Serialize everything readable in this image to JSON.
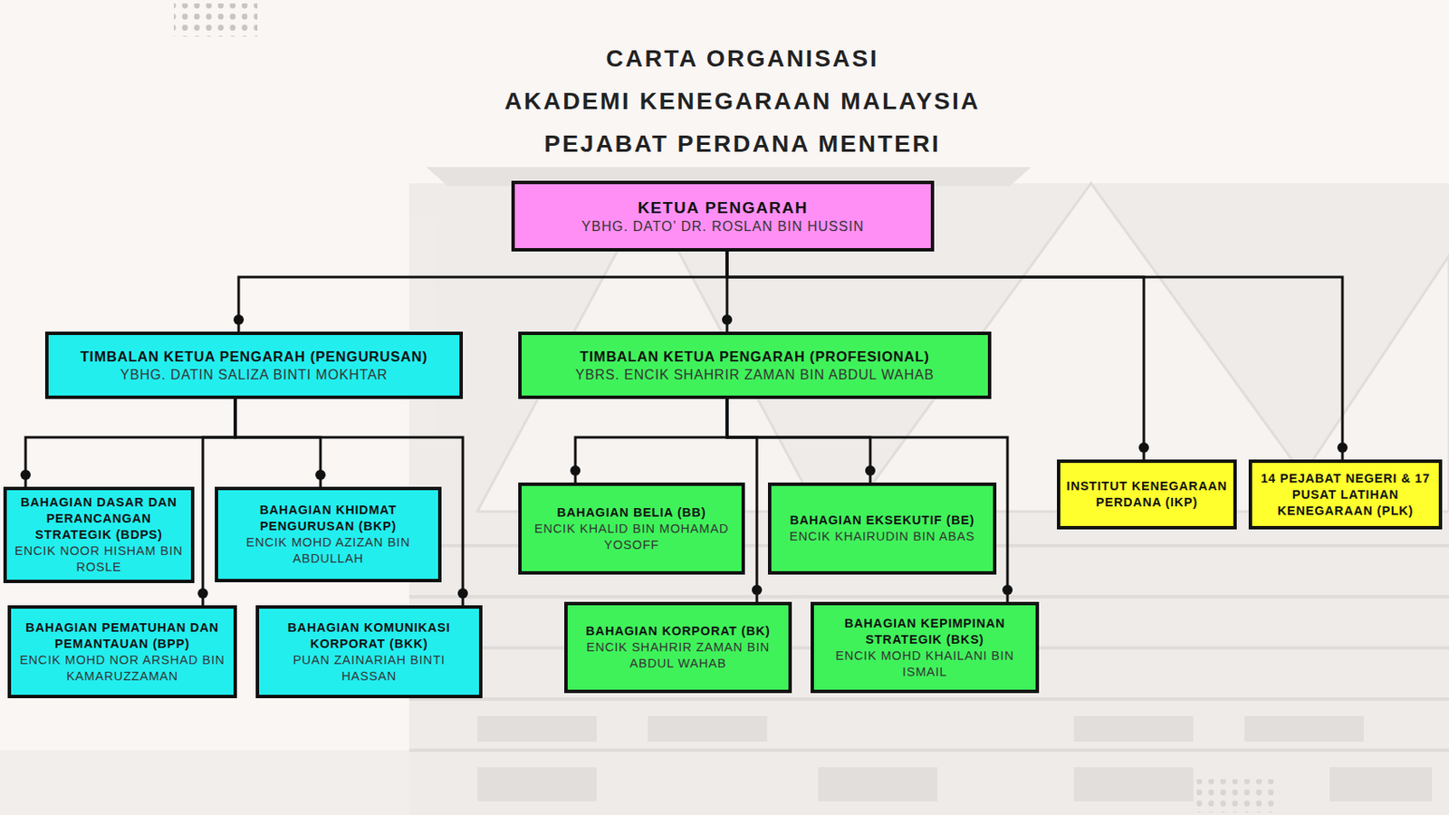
{
  "diagram": {
    "title": "CARTA ORGANISASI AKADEMI KENEGARAAN MALAYSIA PEJABAT PERDANA MENTERI",
    "nodes": [
      {
        "text": [
          "KETUA PENGARAH",
          "YBHG. DATO’ DR. ROSLAN BIN HUSSIN"
        ]
      },
      {
        "text": [
          "TIMBALAN KETUA PENGARAH (PENGURUSAN)",
          "YBHG. DATIN SALIZA BINTI MOKHTAR"
        ]
      },
      {
        "text": [
          "TIMBALAN KETUA PENGARAH (PROFESIONAL)",
          "YBRS. ENCIK SHAHRIR ZAMAN BIN ABDUL WAHAB"
        ]
      },
      {
        "text": [
          "INSTITUT KENEGARAAN PERDANA (IKP)"
        ]
      },
      {
        "text": [
          "14 PEJABAT NEGERI & 17 PUSAT LATIHAN KENEGARAAN (PLK)"
        ]
      },
      {
        "text": [
          "BAHAGIAN DASAR DAN PERANCANGAN STRATEGIK (BDPS)",
          "ENCIK NOOR HISHAM BIN ROSLE"
        ]
      },
      {
        "text": [
          "BAHAGIAN KHIDMAT PENGURUSAN (BKP)",
          "ENCIK MOHD AZIZAN BIN ABDULLAH"
        ]
      },
      {
        "text": [
          "BAHAGIAN PEMATUHAN DAN PEMANTAUAN (BPP)",
          "ENCIK MOHD NOR ARSHAD BIN KAMARUZZAMAN"
        ]
      },
      {
        "text": [
          "BAHAGIAN KOMUNIKASI KORPORAT (BKK)",
          "PUAN ZAINARIAH BINTI HASSAN"
        ]
      },
      {
        "text": [
          "BAHAGIAN BELIA (BB)",
          "ENCIK KHALID BIN MOHAMAD YOSOFF"
        ]
      },
      {
        "text": [
          "BAHAGIAN EKSEKUTIF (BE)",
          "ENCIK KHAIRUDIN BIN ABAS"
        ]
      },
      {
        "text": [
          "BAHAGIAN KORPORAT (BK)",
          "ENCIK SHAHRIR ZAMAN BIN ABDUL WAHAB"
        ]
      },
      {
        "text": [
          "BAHAGIAN KEPIMPINAN STRATEGIK (BKS)",
          "ENCIK MOHD KHAILANI BIN ISMAIL"
        ]
      }
    ],
    "edges": [
      {
        "from": 0,
        "to": 1,
        "arrow": "none"
      },
      {
        "from": 0,
        "to": 2,
        "arrow": "none"
      },
      {
        "from": 0,
        "to": 3,
        "arrow": "none"
      },
      {
        "from": 0,
        "to": 4,
        "arrow": "none"
      },
      {
        "from": 1,
        "to": 5,
        "arrow": "none"
      },
      {
        "from": 1,
        "to": 6,
        "arrow": "none"
      },
      {
        "from": 1,
        "to": 7,
        "arrow": "none"
      },
      {
        "from": 1,
        "to": 8,
        "arrow": "none"
      },
      {
        "from": 2,
        "to": 9,
        "arrow": "none"
      },
      {
        "from": 2,
        "to": 10,
        "arrow": "none"
      },
      {
        "from": 2,
        "to": 11,
        "arrow": "none"
      },
      {
        "from": 2,
        "to": 12,
        "arrow": "none"
      }
    ]
  }
}
